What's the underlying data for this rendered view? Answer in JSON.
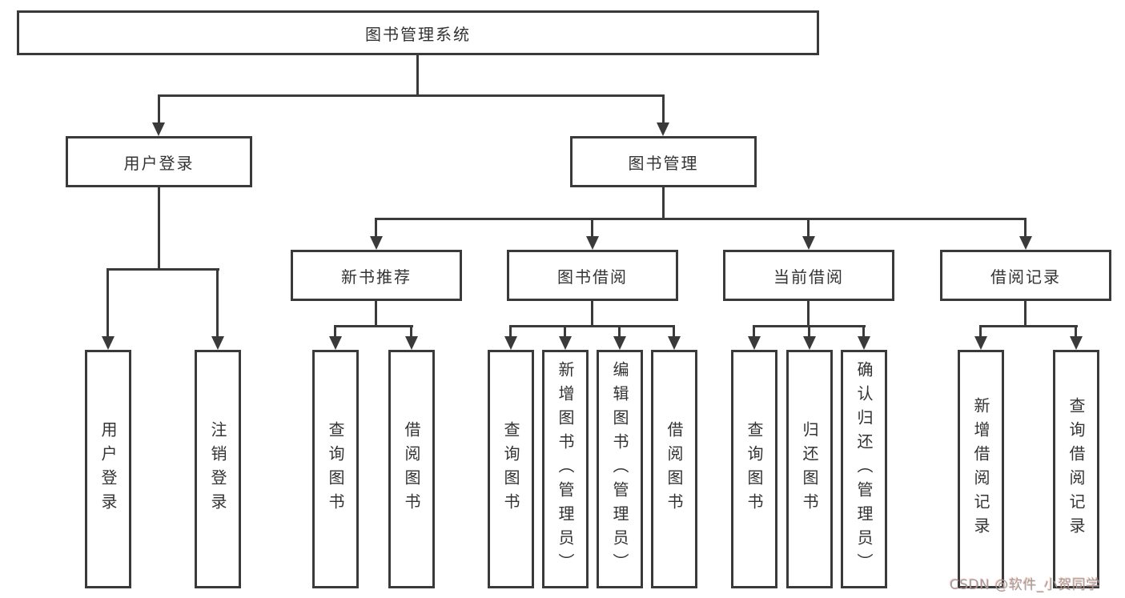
{
  "nodes": {
    "root": {
      "label": "图书管理系统"
    },
    "user_login": {
      "label": "用户登录"
    },
    "book_management": {
      "label": "图书管理"
    },
    "new_book_recommend": {
      "label": "新书推荐"
    },
    "book_borrow": {
      "label": "图书借阅"
    },
    "current_borrow": {
      "label": "当前借阅"
    },
    "borrow_record": {
      "label": "借阅记录"
    },
    "leaf_user_login": {
      "label": "用户登录"
    },
    "leaf_logout_login": {
      "label": "注销登录"
    },
    "leaf_query_book_recommend": {
      "label": "查询图书"
    },
    "leaf_borrow_book_recommend": {
      "label": "借阅图书"
    },
    "leaf_query_book_borrow": {
      "label": "查询图书"
    },
    "leaf_add_book_admin": {
      "label": "新增图书（管理员）"
    },
    "leaf_edit_book_admin": {
      "label": "编辑图书（管理员）"
    },
    "leaf_borrow_book_borrow": {
      "label": "借阅图书"
    },
    "leaf_query_book_current": {
      "label": "查询图书"
    },
    "leaf_return_book": {
      "label": "归还图书"
    },
    "leaf_confirm_return_admin": {
      "label": "确认归还（管理员）"
    },
    "leaf_add_borrow_record": {
      "label": "新增借阅记录"
    },
    "leaf_query_borrow_record": {
      "label": "查询借阅记录"
    }
  },
  "watermark": {
    "text": "CSDN @软件_小贺同学"
  },
  "colors": {
    "line": "#3a3a3a",
    "text": "#333333",
    "background": "#ffffff",
    "watermark_gray": "#9e9e9e",
    "watermark_red": "#fc5531"
  }
}
